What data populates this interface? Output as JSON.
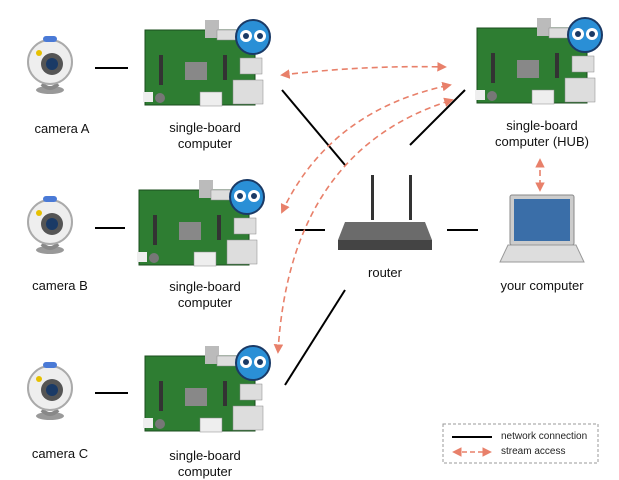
{
  "cameras": [
    {
      "label": "camera A"
    },
    {
      "label": "camera B"
    },
    {
      "label": "camera C"
    }
  ],
  "boards": [
    {
      "label": "single-board computer"
    },
    {
      "label": "single-board computer"
    },
    {
      "label": "single-board computer"
    },
    {
      "label": "single-board computer (HUB)"
    }
  ],
  "router": {
    "label": "router"
  },
  "computer": {
    "label": "your computer"
  },
  "legend": {
    "network": "network connection",
    "stream": "stream access"
  },
  "colors": {
    "network": "#000000",
    "stream": "#e8806a",
    "board": "#2e7d32",
    "owl": "#2a8fd6"
  }
}
